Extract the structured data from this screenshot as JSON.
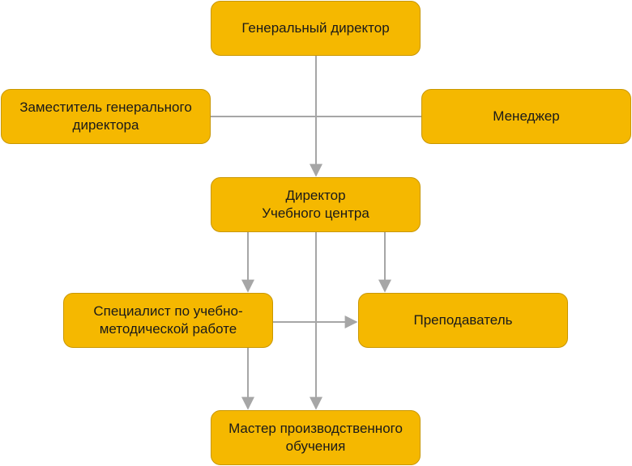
{
  "nodes": {
    "general_director": "Генеральный директор",
    "deputy_general_director": "Заместитель генерального\nдиректора",
    "manager": "Менеджер",
    "training_center_director": "Директор\nУчебного центра",
    "methodology_specialist": "Специалист по учебно-\nметодической работе",
    "teacher": "Преподаватель",
    "vocational_master": "Мастер производственного\nобучения"
  },
  "colors": {
    "node_fill": "#F5B800",
    "node_border": "#C99700",
    "connector": "#A6A6A6"
  }
}
